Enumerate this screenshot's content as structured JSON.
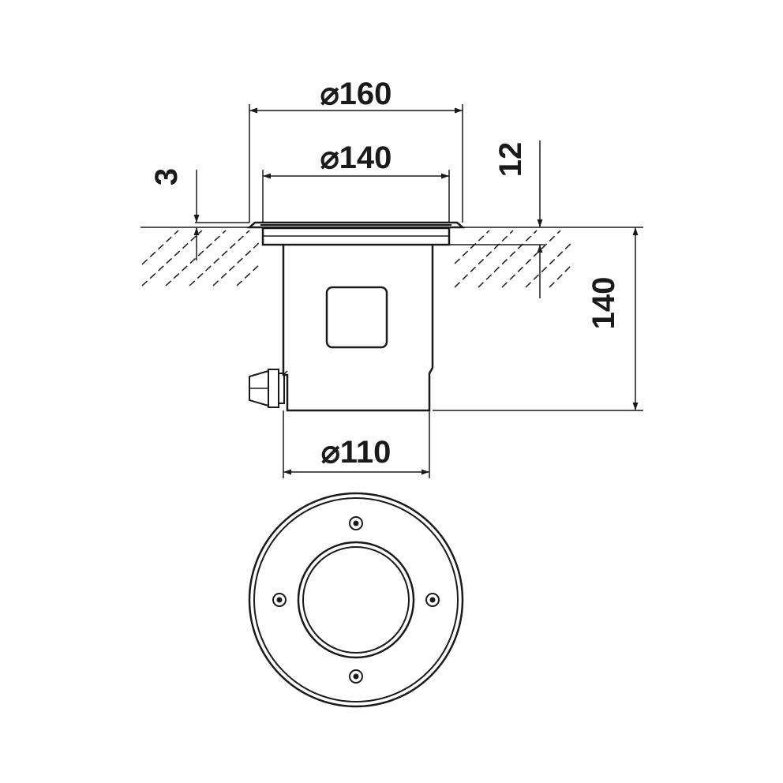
{
  "diameter_symbol": "⌀",
  "dimensions": {
    "outer_diameter": "160",
    "inner_diameter": "140",
    "body_diameter": "110",
    "flange_height": "3",
    "rim_height": "12",
    "total_height": "140"
  },
  "colors": {
    "line": "#1a1a1a",
    "background": "#ffffff"
  }
}
